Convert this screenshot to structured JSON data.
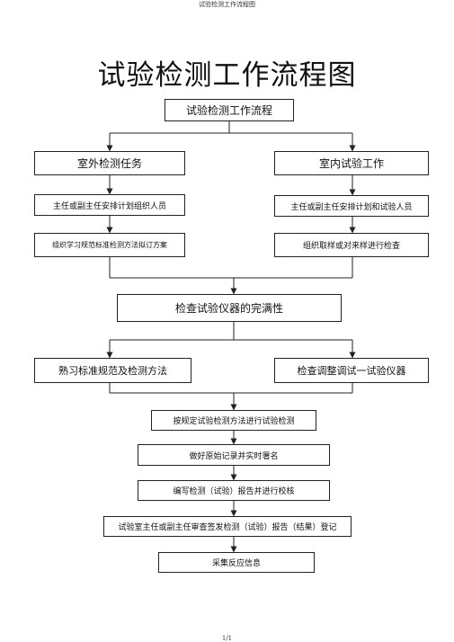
{
  "header_text": "试验检测工作流程图",
  "title": "试验检测工作流程图",
  "footer_text": "1/1",
  "flowchart": {
    "top": "试验检测工作流程",
    "left_branch": {
      "task": "室外检测任务",
      "step1": "主任或副主任安排计划组织人员",
      "step2": "组织学习规范标准检测方法拟订方案"
    },
    "right_branch": {
      "task": "室内试验工作",
      "step1": "主任或副主任安排计划和试验人员",
      "step2": "组织取样或对来样进行检查"
    },
    "check_instruments": "检查试验仪器的完满性",
    "left_prep": "熟习标准规范及检测方法",
    "right_prep": "检查调整调试一试验仪器",
    "sequence": [
      "按规定试验检测方法进行试验检测",
      "做好原始记录并实时署名",
      "编写检测（试验）报告并进行校核",
      "试验室主任或副主任审查签发检测（试验）报告（结果）登记",
      "采集反应信息"
    ]
  }
}
